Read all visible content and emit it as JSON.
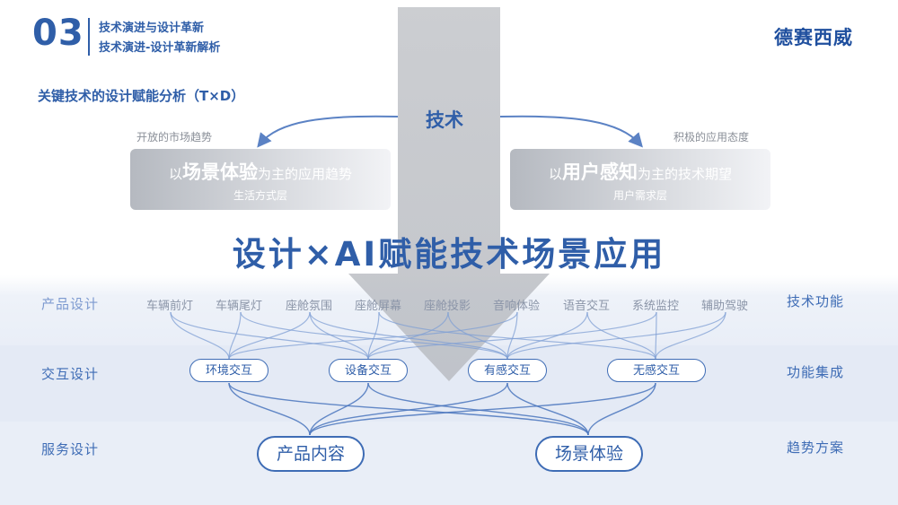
{
  "header": {
    "section_number": "03",
    "title": "技术演进与设计革新",
    "subtitle": "技术演进-设计革新解析",
    "brand": "德赛西威"
  },
  "slide_subtitle": "关键技术的设计赋能分析（T×D）",
  "tech_label": "技术",
  "left_note": "开放的市场趋势",
  "right_note": "积极的应用态度",
  "left_box": {
    "prefix": "以",
    "emphasis": "场景体验",
    "suffix": "为主的应用趋势",
    "layer": "生活方式层"
  },
  "right_box": {
    "prefix": "以",
    "emphasis": "用户感知",
    "suffix": "为主的技术期望",
    "layer": "用户需求层"
  },
  "main_title": "设计×AI赋能技术场景应用",
  "rows": {
    "left": [
      "产品设计",
      "交互设计",
      "服务设计"
    ],
    "right": [
      "技术功能",
      "功能集成",
      "趋势方案"
    ]
  },
  "features": [
    "车辆前灯",
    "车辆尾灯",
    "座舱氛围",
    "座舱屏幕",
    "座舱投影",
    "音响体验",
    "语音交互",
    "系统监控",
    "辅助驾驶"
  ],
  "interactions": [
    "环境交互",
    "设备交互",
    "有感交互",
    "无感交互"
  ],
  "services": [
    "产品内容",
    "场景体验"
  ],
  "colors": {
    "accent": "#2f5ea8",
    "band": "#e4eaf5",
    "arrow": "#c6c8cc"
  }
}
